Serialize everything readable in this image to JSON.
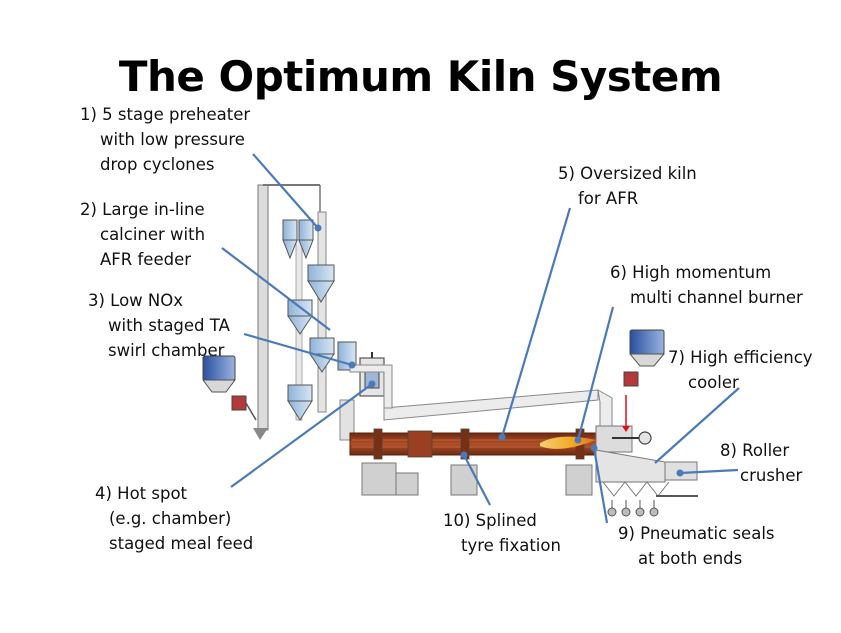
{
  "title": "The Optimum Kiln System",
  "labels": [
    {
      "id": "preheater",
      "lines": [
        "1) 5 stage preheater",
        "with low pressure",
        "drop cyclones"
      ]
    },
    {
      "id": "calciner",
      "lines": [
        "2) Large in-line",
        "calciner with",
        "AFR feeder"
      ]
    },
    {
      "id": "low-nox",
      "lines": [
        "3) Low NOx",
        "with staged TA",
        "swirl chamber"
      ]
    },
    {
      "id": "hot-spot",
      "lines": [
        "4) Hot spot",
        "(e.g. chamber)",
        "staged meal feed"
      ]
    },
    {
      "id": "kiln",
      "lines": [
        "5) Oversized kiln",
        "for AFR"
      ]
    },
    {
      "id": "burner",
      "lines": [
        "6) High momentum",
        "multi channel burner"
      ]
    },
    {
      "id": "cooler",
      "lines": [
        "7) High efficiency",
        "cooler"
      ]
    },
    {
      "id": "crusher",
      "lines": [
        "8) Roller",
        "crusher"
      ]
    },
    {
      "id": "seals",
      "lines": [
        "9) Pneumatic seals",
        "at both ends"
      ]
    },
    {
      "id": "tyre",
      "lines": [
        "10) Splined",
        "tyre fixation"
      ]
    }
  ],
  "colors": {
    "leader": "#4a7ab8",
    "kiln_shell": "#8b3a1a",
    "flame": "#f5a623",
    "equipment": "#d4d4d4",
    "hopper": "#3a5fb0",
    "outline": "#555555"
  }
}
